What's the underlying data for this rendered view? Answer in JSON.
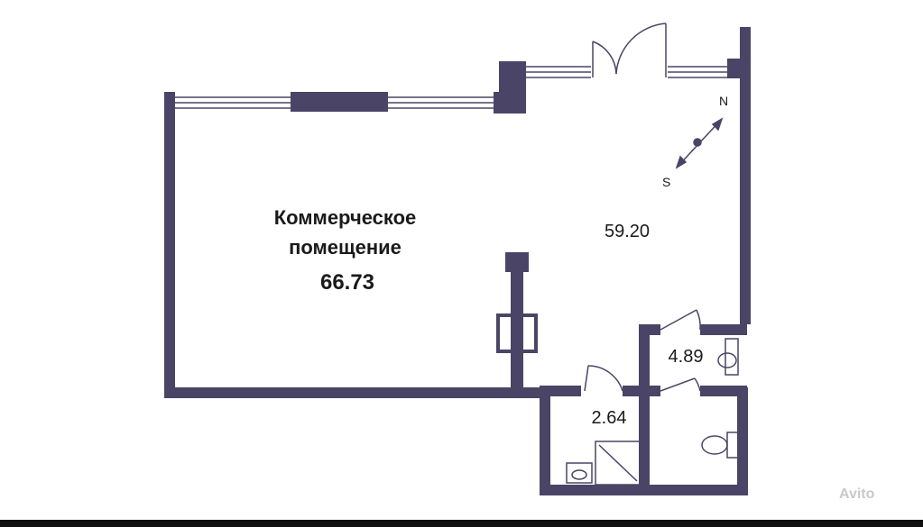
{
  "plan": {
    "wall_color": "#4a4566",
    "room_label": "Коммерческое помещение",
    "room_area": "66.73",
    "areas": {
      "main_hall": "59.20",
      "bathroom": "4.89",
      "storage": "2.64"
    },
    "compass": {
      "north": "N",
      "south": "S"
    },
    "watermark": "Avito"
  }
}
